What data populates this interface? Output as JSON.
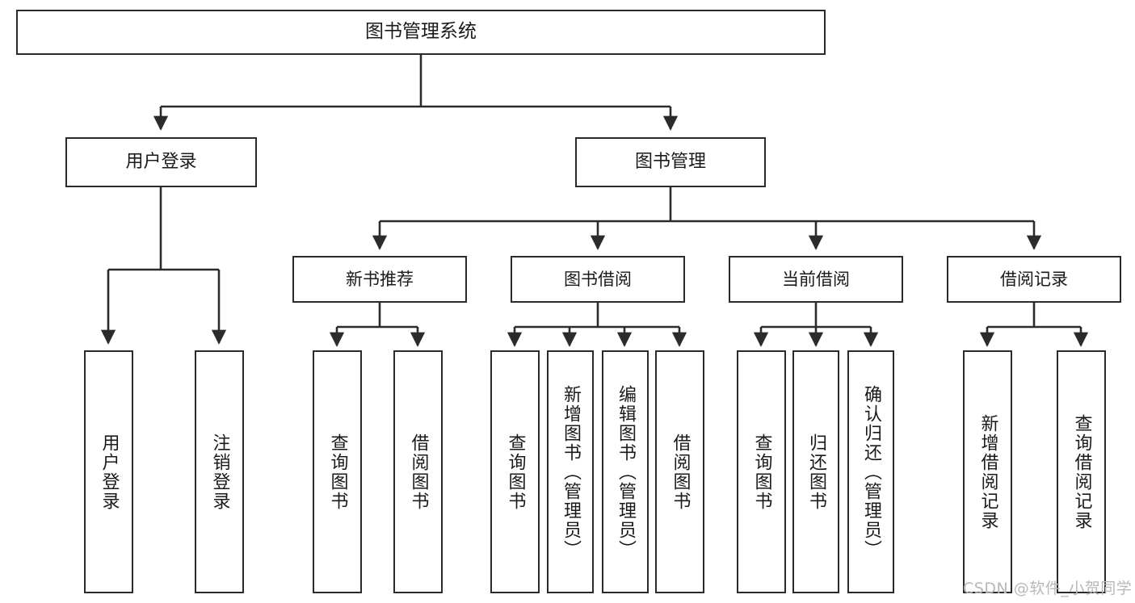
{
  "diagram": {
    "type": "tree-hierarchy",
    "title": "图书管理系统",
    "watermark": "CSDN @软件_小贺同学",
    "colors": {
      "box_border": "#2b2b2b",
      "box_fill": "#ffffff",
      "edge": "#2b2b2b",
      "text": "#1a1a1a",
      "watermark": "#b8b8b8",
      "background": "#ffffff"
    },
    "nodes": {
      "root": {
        "label": "图书管理系统"
      },
      "level2": [
        {
          "id": "user-login",
          "label": "用户登录"
        },
        {
          "id": "book-management",
          "label": "图书管理"
        }
      ],
      "level3": [
        {
          "id": "new-book-recommend",
          "label": "新书推荐"
        },
        {
          "id": "book-borrow",
          "label": "图书借阅"
        },
        {
          "id": "current-borrow",
          "label": "当前借阅"
        },
        {
          "id": "borrow-record",
          "label": "借阅记录"
        }
      ],
      "leaves": {
        "user_login": [
          {
            "id": "leaf-user-login",
            "label": "用户登录"
          },
          {
            "id": "leaf-logout-login",
            "label": "注销登录"
          }
        ],
        "new_book_recommend": [
          {
            "id": "leaf-query-book-1",
            "label": "查询图书"
          },
          {
            "id": "leaf-borrow-book-1",
            "label": "借阅图书"
          }
        ],
        "book_borrow": [
          {
            "id": "leaf-query-book-2",
            "label": "查询图书"
          },
          {
            "id": "leaf-add-book",
            "label": "新增图书（管理员）"
          },
          {
            "id": "leaf-edit-book",
            "label": "编辑图书（管理员）"
          },
          {
            "id": "leaf-borrow-book-2",
            "label": "借阅图书"
          }
        ],
        "current_borrow": [
          {
            "id": "leaf-query-book-3",
            "label": "查询图书"
          },
          {
            "id": "leaf-return-book",
            "label": "归还图书"
          },
          {
            "id": "leaf-confirm-return",
            "label": "确认归还（管理员）"
          }
        ],
        "borrow_record": [
          {
            "id": "leaf-add-record",
            "label": "新增借阅记录"
          },
          {
            "id": "leaf-query-record",
            "label": "查询借阅记录"
          }
        ]
      }
    }
  }
}
